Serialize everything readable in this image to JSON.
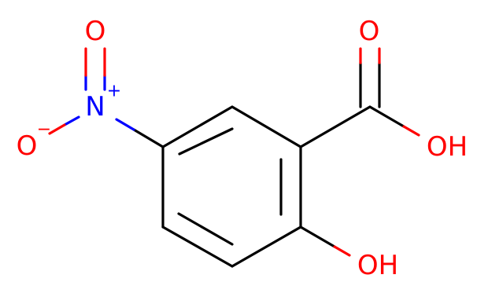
{
  "molecule": {
    "colors": {
      "bond": "#000000",
      "oxygen": "#ff0000",
      "nitrogen": "#0000ff",
      "background": "#ffffff"
    },
    "atoms": {
      "carbonyl_oxygen": "O",
      "hydroxyl_acid": "OH",
      "hydroxyl_phenol": "OH",
      "nitro_nitrogen": "N",
      "nitro_nitrogen_charge": "+",
      "nitro_oxygen_top": "O",
      "nitro_oxygen_left": "O",
      "nitro_oxygen_left_charge": "−"
    }
  }
}
